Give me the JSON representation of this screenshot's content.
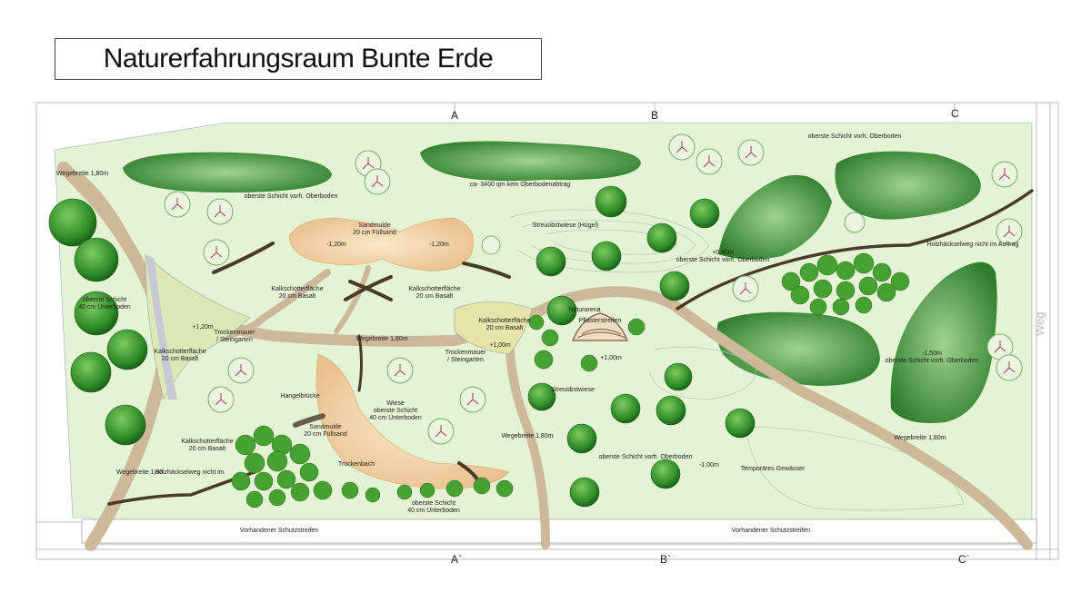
{
  "title": "Naturerfahrungsraum Bunte Erde",
  "sections": {
    "top": [
      "A",
      "B",
      "C"
    ],
    "bottom": [
      "A`",
      "B`",
      "C`"
    ]
  },
  "street": "Weg",
  "labels": {
    "wegebreite_left": "Wegebreite 1,80m",
    "oberboden_top": "oberste Schicht vorh. Oberboden",
    "oberboden_abtrag": "ca- 3400 qm kein Oberbodenabtrag",
    "oberboden_right_top": "oberste Schicht vorh. Oberboden",
    "sandmulde_top": "Sandmulde\n20 cm Füllsand",
    "depth_minus120_a": "-1,20m",
    "depth_minus120_b": "-1,20m",
    "streuobstwiese_huegel": "Streuobstwiese (Hügel)",
    "plus090": "+0,90m\noberste Schicht vorh. Oberboden",
    "holzhaecksel_auftrag": "Holzhäckselweg nicht im Auftrag",
    "unterboden_left": "oberste Schicht\n40 cm Unterboden",
    "kalkschotter_mid1": "Kalkschotterfläche\n20 cm Basalt",
    "kalkschotter_mid2": "Kalkschotterfläche\n20 cm Basalt",
    "plus120_left": "+1,20m",
    "trockenmauer_left": "Trockenmauer\n/ Steingarten",
    "kalkschotter_left": "Kalkschotterfläche\n20 cm Basalt",
    "wegebreite_mid": "Wegebreite 1,80m",
    "kalkschotter_small": "Kalkschotterfläche\n20 cm Basalt",
    "plus100_a": "+1,00m",
    "trockenmauer_mid": "Trockenmauer\n/ Steingarten",
    "naturarena": "Naturarena",
    "pflasterstreifen": "Pflasterstreifen",
    "plus100_b": "+1,00m",
    "streuobstwiese": "Streuobstwiese",
    "minus150": "-1,50m\noberste Schicht vorh. Oberboden",
    "hangelbruecke": "Hangelbrücke",
    "wiese": "Wiese\noberste Schicht\n40 cm Unterboden",
    "sandmulde_mid": "Sandmulde\n20 cm Füllsand",
    "trockenbach": "Trockenbach",
    "kalkschotter_lowleft": "Kalkschotterfläche\n20 cm Basalt",
    "wegebreite_lowleft": "Wegebreite 1,80",
    "holzhaecksel_lowleft": "Holzhäckselweg nicht im",
    "wegebreite_centre": "Wegebreite 1,80m",
    "oberboden_lower": "oberste Schicht vorh. Oberboden",
    "minus100": "-1,00m",
    "gewaesser": "Temporäres Gewässer",
    "wegebreite_right": "Wegebreite 1,80m",
    "unterboden_bottom": "oberste Schicht\n40 cm Unterboden",
    "schutzstreifen_left": "Vorhandener Schutzstreifen",
    "schutzstreifen_right": "Vorhandener Schutzstreifen"
  },
  "colors": {
    "meadow": "#e3f3d3",
    "path": "#cdb89a",
    "sand": "#f4d7ae",
    "gravel": "#c8cad3",
    "tree": "#3c9a2f",
    "tree_dark": "#1d6a1c",
    "mound": "#4f9f44",
    "hedge": "#3d8d25",
    "wall": "#4a3a2a"
  }
}
